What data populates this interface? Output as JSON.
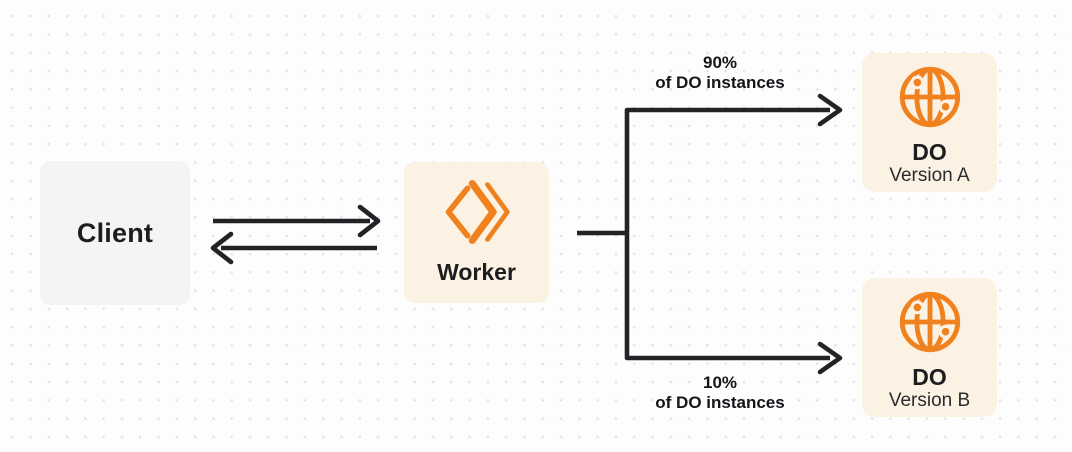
{
  "diagram": {
    "background": {
      "base_color": "#fdfdfd",
      "dot_color": "#e4e4e6"
    },
    "colors": {
      "accent_orange": "#f0811f",
      "node_cream": "#fcf2e4",
      "node_gray": "#f4f4f5",
      "line_dark": "#222327"
    },
    "nodes": {
      "client": {
        "label": "Client"
      },
      "worker": {
        "label": "Worker",
        "icon": "cloudflare-workers-icon"
      },
      "do_version_a": {
        "title": "DO",
        "subtitle": "Version A",
        "icon": "durable-object-globe-icon"
      },
      "do_version_b": {
        "title": "DO",
        "subtitle": "Version B",
        "icon": "durable-object-globe-icon"
      }
    },
    "edges": {
      "client_worker": {
        "type": "bidirectional-arrows"
      },
      "branch_top": {
        "percent": "90%",
        "caption": "of DO instances"
      },
      "branch_bottom": {
        "percent": "10%",
        "caption": "of DO instances"
      }
    }
  }
}
